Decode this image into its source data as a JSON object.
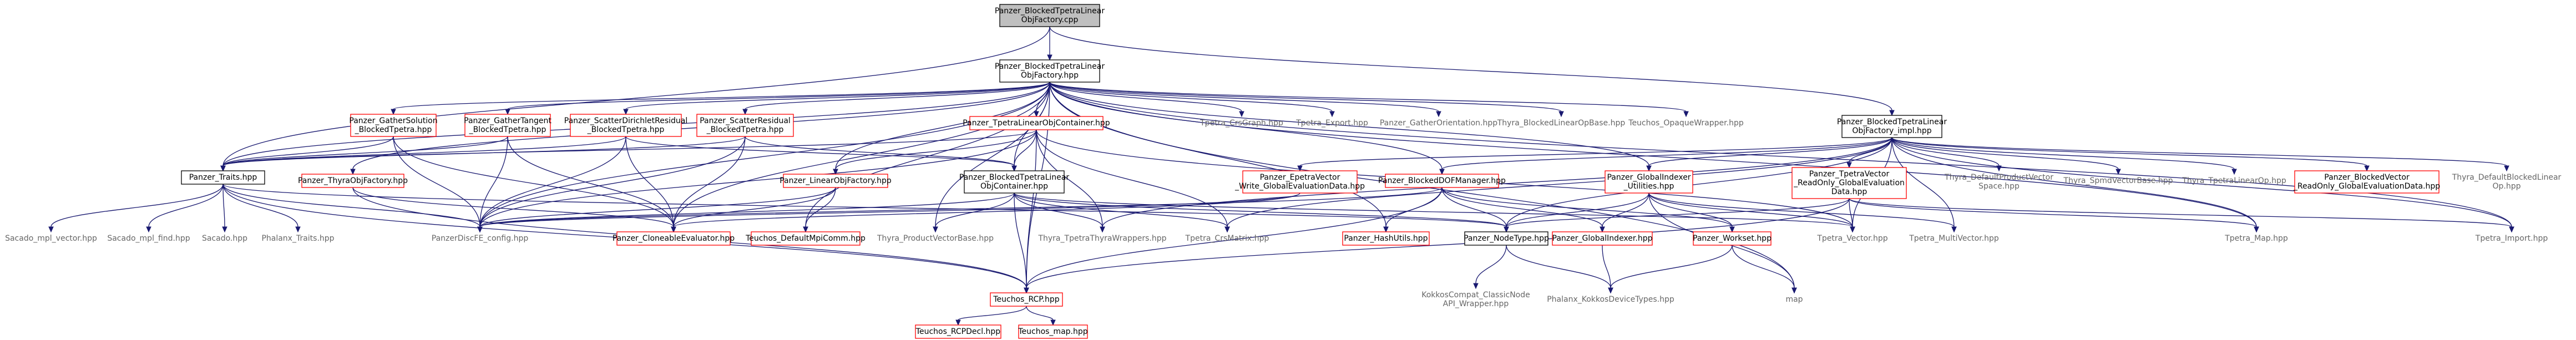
{
  "title": "Panzer_BlockedTpetraLinearObjFactory.cpp",
  "style": {
    "edge_color": "#191970",
    "root_fill": "#bfbfbf",
    "box_fill": "#ffffff",
    "linked_border": "#ff0000",
    "focus_border": "#000000",
    "external_text": "#666666"
  },
  "nodes": [
    {
      "id": "cpp",
      "lines": [
        "Panzer_BlockedTpetraLinear",
        "ObjFactory.cpp"
      ],
      "kind": "root"
    },
    {
      "id": "hpp",
      "lines": [
        "Panzer_BlockedTpetraLinear",
        "ObjFactory.hpp"
      ],
      "kind": "box"
    },
    {
      "id": "traits",
      "lines": [
        "Panzer_Traits.hpp"
      ],
      "kind": "box"
    },
    {
      "id": "impl",
      "lines": [
        "Panzer_BlockedTpetraLinear",
        "ObjFactory_impl.hpp"
      ],
      "kind": "box"
    },
    {
      "id": "gathersol",
      "lines": [
        "Panzer_GatherSolution",
        "_BlockedTpetra.hpp"
      ],
      "kind": "link"
    },
    {
      "id": "gathertan",
      "lines": [
        "Panzer_GatherTangent",
        "_BlockedTpetra.hpp"
      ],
      "kind": "link"
    },
    {
      "id": "scatterdir",
      "lines": [
        "Panzer_ScatterDirichletResidual",
        "_BlockedTpetra.hpp"
      ],
      "kind": "link"
    },
    {
      "id": "scatterres",
      "lines": [
        "Panzer_ScatterResidual",
        "_BlockedTpetra.hpp"
      ],
      "kind": "link"
    },
    {
      "id": "tplocc",
      "lines": [
        "Panzer_TpetraLinearObjContainer.hpp"
      ],
      "kind": "link"
    },
    {
      "id": "crsgraph",
      "lines": [
        "Tpetra_CrsGraph.hpp"
      ],
      "kind": "ext"
    },
    {
      "id": "export",
      "lines": [
        "Tpetra_Export.hpp"
      ],
      "kind": "ext"
    },
    {
      "id": "gatherorient",
      "lines": [
        "Panzer_GatherOrientation.hpp"
      ],
      "kind": "ext"
    },
    {
      "id": "thyrablocked",
      "lines": [
        "Thyra_BlockedLinearOpBase.hpp"
      ],
      "kind": "ext"
    },
    {
      "id": "opaque",
      "lines": [
        "Teuchos_OpaqueWrapper.hpp"
      ],
      "kind": "ext"
    },
    {
      "id": "thyraobj",
      "lines": [
        "Panzer_ThyraObjFactory.hpp"
      ],
      "kind": "link"
    },
    {
      "id": "linobjfac",
      "lines": [
        "Panzer_LinearObjFactory.hpp"
      ],
      "kind": "link"
    },
    {
      "id": "btploc",
      "lines": [
        "Panzer_BlockedTpetraLinear",
        "ObjContainer.hpp"
      ],
      "kind": "box"
    },
    {
      "id": "epetravec",
      "lines": [
        "Panzer_EpetraVector",
        "_Write_GlobalEvaluationData.hpp"
      ],
      "kind": "link"
    },
    {
      "id": "bdofmgr",
      "lines": [
        "Panzer_BlockedDOFManager.hpp"
      ],
      "kind": "link"
    },
    {
      "id": "gidutil",
      "lines": [
        "Panzer_GlobalIndexer",
        "_Utilities.hpp"
      ],
      "kind": "link"
    },
    {
      "id": "tpetravecro",
      "lines": [
        "Panzer_TpetraVector",
        "_ReadOnly_GlobalEvaluation",
        "Data.hpp"
      ],
      "kind": "link"
    },
    {
      "id": "dpvs",
      "lines": [
        "Thyra_DefaultProductVector",
        "Space.hpp"
      ],
      "kind": "ext"
    },
    {
      "id": "spmdvs",
      "lines": [
        "Thyra_SpmdVectorBase.hpp"
      ],
      "kind": "ext"
    },
    {
      "id": "tplinop",
      "lines": [
        "Thyra_TpetraLinearOp.hpp"
      ],
      "kind": "ext"
    },
    {
      "id": "bvecro",
      "lines": [
        "Panzer_BlockedVector",
        "_ReadOnly_GlobalEvaluationData.hpp"
      ],
      "kind": "link"
    },
    {
      "id": "dblo",
      "lines": [
        "Thyra_DefaultBlockedLinear",
        "Op.hpp"
      ],
      "kind": "ext"
    },
    {
      "id": "sacvec",
      "lines": [
        "Sacado_mpl_vector.hpp"
      ],
      "kind": "ext"
    },
    {
      "id": "sacfind",
      "lines": [
        "Sacado_mpl_find.hpp"
      ],
      "kind": "ext"
    },
    {
      "id": "sacado",
      "lines": [
        "Sacado.hpp"
      ],
      "kind": "ext"
    },
    {
      "id": "phalanx",
      "lines": [
        "Phalanx_Traits.hpp"
      ],
      "kind": "ext"
    },
    {
      "id": "config",
      "lines": [
        "PanzerDiscFE_config.hpp"
      ],
      "kind": "ext"
    },
    {
      "id": "cloneable",
      "lines": [
        "Panzer_CloneableEvaluator.hpp"
      ],
      "kind": "link"
    },
    {
      "id": "mpicomm",
      "lines": [
        "Teuchos_DefaultMpiComm.hpp"
      ],
      "kind": "link"
    },
    {
      "id": "pvb",
      "lines": [
        "Thyra_ProductVectorBase.hpp"
      ],
      "kind": "ext"
    },
    {
      "id": "ttw",
      "lines": [
        "Thyra_TpetraThyraWrappers.hpp"
      ],
      "kind": "ext"
    },
    {
      "id": "crsmatrix",
      "lines": [
        "Tpetra_CrsMatrix.hpp"
      ],
      "kind": "ext"
    },
    {
      "id": "hashutils",
      "lines": [
        "Panzer_HashUtils.hpp"
      ],
      "kind": "link"
    },
    {
      "id": "nodetype",
      "lines": [
        "Panzer_NodeType.hpp"
      ],
      "kind": "box"
    },
    {
      "id": "gindexer",
      "lines": [
        "Panzer_GlobalIndexer.hpp"
      ],
      "kind": "link"
    },
    {
      "id": "workset",
      "lines": [
        "Panzer_Workset.hpp"
      ],
      "kind": "link"
    },
    {
      "id": "tvec",
      "lines": [
        "Tpetra_Vector.hpp"
      ],
      "kind": "ext"
    },
    {
      "id": "tmvec",
      "lines": [
        "Tpetra_MultiVector.hpp"
      ],
      "kind": "ext"
    },
    {
      "id": "tmap",
      "lines": [
        "Tpetra_Map.hpp"
      ],
      "kind": "ext"
    },
    {
      "id": "timport",
      "lines": [
        "Tpetra_Import.hpp"
      ],
      "kind": "ext"
    },
    {
      "id": "rcp",
      "lines": [
        "Teuchos_RCP.hpp"
      ],
      "kind": "link"
    },
    {
      "id": "kokkoscompat",
      "lines": [
        "KokkosCompat_ClassicNode",
        "API_Wrapper.hpp"
      ],
      "kind": "ext"
    },
    {
      "id": "phkdt",
      "lines": [
        "Phalanx_KokkosDeviceTypes.hpp"
      ],
      "kind": "ext"
    },
    {
      "id": "map",
      "lines": [
        "map"
      ],
      "kind": "ext"
    },
    {
      "id": "rcpdecl",
      "lines": [
        "Teuchos_RCPDecl.hpp"
      ],
      "kind": "link"
    },
    {
      "id": "tmap2",
      "lines": [
        "Teuchos_map.hpp"
      ],
      "kind": "link"
    }
  ],
  "edges": [
    [
      "cpp",
      "hpp"
    ],
    [
      "cpp",
      "traits"
    ],
    [
      "cpp",
      "impl"
    ],
    [
      "hpp",
      "traits"
    ],
    [
      "hpp",
      "gathersol"
    ],
    [
      "hpp",
      "gathertan"
    ],
    [
      "hpp",
      "scatterdir"
    ],
    [
      "hpp",
      "scatterres"
    ],
    [
      "hpp",
      "tplocc"
    ],
    [
      "hpp",
      "crsgraph"
    ],
    [
      "hpp",
      "export"
    ],
    [
      "hpp",
      "gatherorient"
    ],
    [
      "hpp",
      "thyrablocked"
    ],
    [
      "hpp",
      "opaque"
    ],
    [
      "hpp",
      "thyraobj"
    ],
    [
      "hpp",
      "linobjfac"
    ],
    [
      "hpp",
      "btploc"
    ],
    [
      "hpp",
      "bdofmgr"
    ],
    [
      "hpp",
      "gidutil"
    ],
    [
      "hpp",
      "config"
    ],
    [
      "hpp",
      "cloneable"
    ],
    [
      "hpp",
      "mpicomm"
    ],
    [
      "hpp",
      "pvb"
    ],
    [
      "hpp",
      "hashutils"
    ],
    [
      "hpp",
      "tmap"
    ],
    [
      "hpp",
      "timport"
    ],
    [
      "hpp",
      "rcp"
    ],
    [
      "hpp",
      "map"
    ],
    [
      "traits",
      "sacvec"
    ],
    [
      "traits",
      "sacfind"
    ],
    [
      "traits",
      "sacado"
    ],
    [
      "traits",
      "phalanx"
    ],
    [
      "traits",
      "config"
    ],
    [
      "traits",
      "nodetype"
    ],
    [
      "traits",
      "rcp"
    ],
    [
      "gathersol",
      "traits"
    ],
    [
      "gathersol",
      "config"
    ],
    [
      "gathersol",
      "cloneable"
    ],
    [
      "gathertan",
      "traits"
    ],
    [
      "gathertan",
      "config"
    ],
    [
      "gathertan",
      "cloneable"
    ],
    [
      "scatterdir",
      "traits"
    ],
    [
      "scatterdir",
      "config"
    ],
    [
      "scatterdir",
      "cloneable"
    ],
    [
      "scatterdir",
      "btploc"
    ],
    [
      "scatterres",
      "traits"
    ],
    [
      "scatterres",
      "config"
    ],
    [
      "scatterres",
      "cloneable"
    ],
    [
      "scatterres",
      "btploc"
    ],
    [
      "tplocc",
      "linobjfac"
    ],
    [
      "tplocc",
      "btploc"
    ],
    [
      "tplocc",
      "crsmatrix"
    ],
    [
      "tplocc",
      "ttw"
    ],
    [
      "tplocc",
      "config"
    ],
    [
      "tplocc",
      "tvec"
    ],
    [
      "tplocc",
      "rcp"
    ],
    [
      "tplocc",
      "traits"
    ],
    [
      "thyraobj",
      "cloneable"
    ],
    [
      "thyraobj",
      "rcp"
    ],
    [
      "linobjfac",
      "cloneable"
    ],
    [
      "linobjfac",
      "mpicomm"
    ],
    [
      "linobjfac",
      "config"
    ],
    [
      "btploc",
      "config"
    ],
    [
      "btploc",
      "pvb"
    ],
    [
      "btploc",
      "ttw"
    ],
    [
      "btploc",
      "crsmatrix"
    ],
    [
      "btploc",
      "nodetype"
    ],
    [
      "btploc",
      "tvec"
    ],
    [
      "btploc",
      "rcp"
    ],
    [
      "impl",
      "epetravec"
    ],
    [
      "impl",
      "bdofmgr"
    ],
    [
      "impl",
      "gidutil"
    ],
    [
      "impl",
      "tpetravecro"
    ],
    [
      "impl",
      "dpvs"
    ],
    [
      "impl",
      "spmdvs"
    ],
    [
      "impl",
      "tplinop"
    ],
    [
      "impl",
      "bvecro"
    ],
    [
      "impl",
      "dblo"
    ],
    [
      "impl",
      "ttw"
    ],
    [
      "impl",
      "crsmatrix"
    ],
    [
      "impl",
      "tvec"
    ],
    [
      "impl",
      "tmvec"
    ],
    [
      "impl",
      "tmap"
    ],
    [
      "impl",
      "timport"
    ],
    [
      "impl",
      "nodetype"
    ],
    [
      "epetravec",
      "cloneable"
    ],
    [
      "epetravec",
      "config"
    ],
    [
      "bdofmgr",
      "hashutils"
    ],
    [
      "bdofmgr",
      "nodetype"
    ],
    [
      "bdofmgr",
      "gindexer"
    ],
    [
      "bdofmgr",
      "workset"
    ],
    [
      "bdofmgr",
      "rcp"
    ],
    [
      "bdofmgr",
      "config"
    ],
    [
      "gidutil",
      "gindexer"
    ],
    [
      "gidutil",
      "nodetype"
    ],
    [
      "gidutil",
      "tvec"
    ],
    [
      "gidutil",
      "tmvec"
    ],
    [
      "gidutil",
      "map"
    ],
    [
      "gidutil",
      "workset"
    ],
    [
      "tpetravecro",
      "nodetype"
    ],
    [
      "tpetravecro",
      "tvec"
    ],
    [
      "tpetravecro",
      "tmap"
    ],
    [
      "tpetravecro",
      "timport"
    ],
    [
      "tpetravecro",
      "rcp"
    ],
    [
      "nodetype",
      "kokkoscompat"
    ],
    [
      "nodetype",
      "phkdt"
    ],
    [
      "gindexer",
      "phkdt"
    ],
    [
      "workset",
      "phkdt"
    ],
    [
      "workset",
      "map"
    ],
    [
      "rcp",
      "rcpdecl"
    ],
    [
      "rcp",
      "tmap2"
    ]
  ]
}
